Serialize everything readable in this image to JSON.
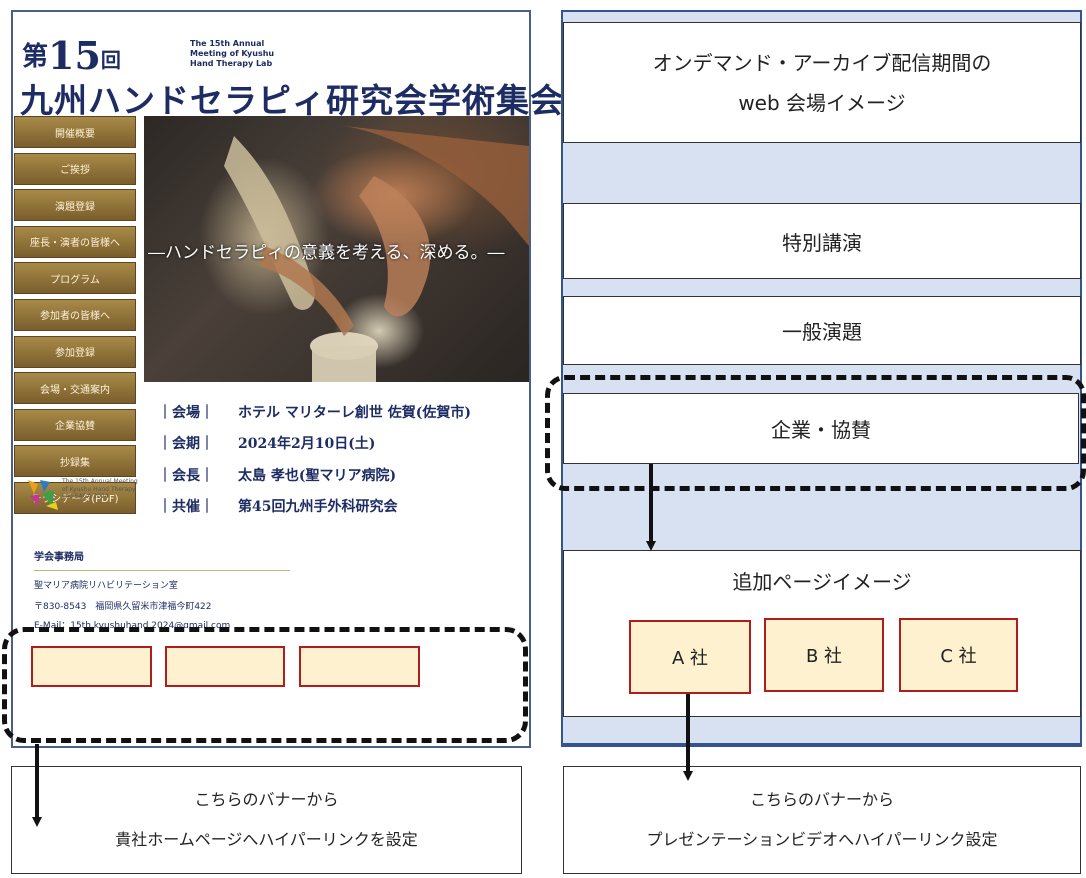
{
  "conference_site": {
    "title_prefix": "第",
    "title_number": "15",
    "title_suffix": "回",
    "title_en": "The 15th Annual Meeting of Kyushu Hand Therapy Lab",
    "title_main": "九州ハンドセラピィ研究会学術集会",
    "menu_items": [
      "開催概要",
      "ご挨拶",
      "演題登録",
      "座長・演者の皆様へ",
      "プログラム",
      "参加者の皆様へ",
      "参加登録",
      "会場・交通案内",
      "企業協賛",
      "抄録集",
      "チラシデータ(PDF)"
    ],
    "tagline": "―ハンドセラピィの意義を考える、深める。―",
    "info": [
      {
        "label": "会場",
        "value": "ホテル マリターレ創世 佐賀(佐賀市)"
      },
      {
        "label": "会期",
        "value": "2024年2月10日(土)"
      },
      {
        "label": "会長",
        "value": "太島 孝也(聖マリア病院)"
      },
      {
        "label": "共催",
        "value": "第45回九州手外科研究会"
      }
    ],
    "logo_text": "The 15th Annual Meeting of Kyushu Hand Therapy Lab SAGA 2024",
    "office": {
      "title": "学会事務局",
      "dept": "聖マリア病院リハビリテーション室",
      "address": "〒830-8543　福岡県久留米市津福今町422",
      "email": "E-Mail：15th.kyushuhand.2024@gmail.com"
    }
  },
  "venue": {
    "heading_line1": "オンデマンド・アーカイブ配信期間の",
    "heading_line2": "web 会場イメージ",
    "special_lecture": "特別講演",
    "general_presentations": "一般演題",
    "sponsors": "企業・協賛",
    "extra_page_title": "追加ページイメージ",
    "companies": [
      "A 社",
      "B 社",
      "C 社"
    ]
  },
  "notes": {
    "left_line1": "こちらのバナーから",
    "left_line2": "貴社ホームページへハイパーリンクを設定",
    "right_line1": "こちらのバナーから",
    "right_line2": "プレゼンテーションビデオへハイパーリンク設定"
  },
  "colors": {
    "brand_navy": "#1d2c63",
    "menu_gold": "#8f7238",
    "venue_bg": "#d8e1f2",
    "banner_fill": "#fdf1cf",
    "banner_border": "#b01d1d"
  }
}
